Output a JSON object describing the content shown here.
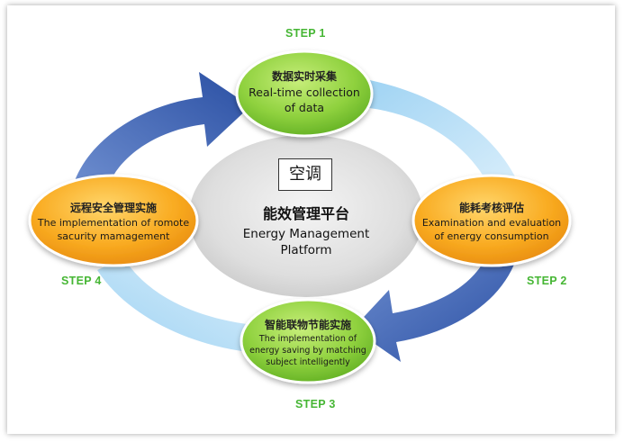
{
  "center": {
    "box_label": "空调",
    "title_zh": "能效管理平台",
    "title_en_line1": "Energy Management",
    "title_en_line2": "Platform"
  },
  "steps": [
    {
      "step_label": "STEP 1",
      "title_zh": "数据实时采集",
      "lines_en": [
        "Real-time collection",
        "of data"
      ],
      "color": "#8dcf3f"
    },
    {
      "step_label": "STEP 2",
      "title_zh": "能耗考核评估",
      "lines_en": [
        "Examination and evaluation",
        "of energy consumption"
      ],
      "color": "#f7a21b"
    },
    {
      "step_label": "STEP 3",
      "title_zh": "智能联物节能实施",
      "lines_en": [
        "The implementation of",
        "energy saving by matching",
        "subject intelligently"
      ],
      "color": "#8dcf3f"
    },
    {
      "step_label": "STEP 4",
      "title_zh": "远程安全管理实施",
      "lines_en": [
        "The implementation of romote",
        "sacurity mamagement"
      ],
      "color": "#f7a21b"
    }
  ],
  "colors": {
    "step_text": "#46b634",
    "arrow_dark_blue": "#2f55a8",
    "arrow_light_blue": "#b9def5",
    "center_gray": "#d9d9d9"
  }
}
